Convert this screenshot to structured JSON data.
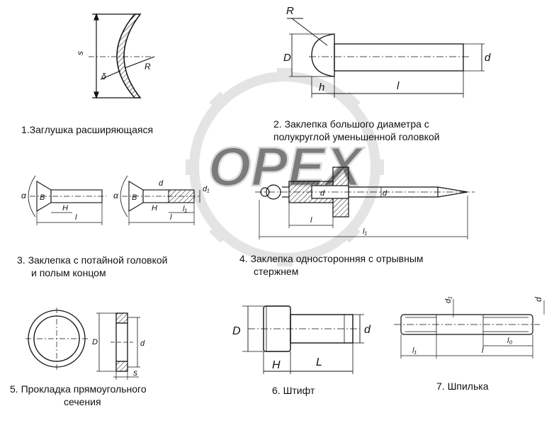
{
  "captions": {
    "c1": "1.Заглушка расширяющаяся",
    "c2a": "2. Заклепка большого диаметра с",
    "c2b": "полукруглой уменьшенной головкой",
    "c3a": "3. Заклепка с потайной головкой",
    "c3b": "и полым концом",
    "c4a": "4. Заклепка односторонняя с отрывным",
    "c4b": "стержнем",
    "c5a": "5. Прокладка прямоугольного",
    "c5b": "сечения",
    "c6": "6. Штифт",
    "c7": "7. Шпилька"
  },
  "labels": {
    "s": "s",
    "delta": "δ",
    "R": "R",
    "D": "D",
    "h": "h",
    "l": "l",
    "d": "d",
    "alpha": "α",
    "B": "B",
    "H": "H",
    "l1": "l₁",
    "d1": "d₁",
    "L": "L",
    "l0": "l₀"
  },
  "watermark": {
    "text": "OPEX",
    "color": "#c8c8c8"
  },
  "colors": {
    "ink": "#111111",
    "watermark": "#d0d0d0"
  }
}
